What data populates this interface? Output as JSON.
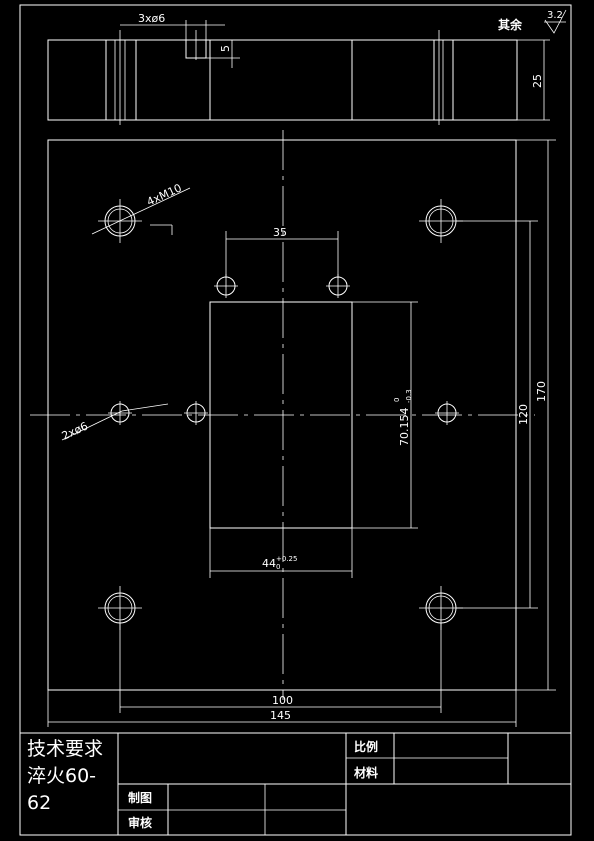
{
  "title_block": {
    "notes_line1": "技术要求",
    "notes_line2": "淬火60-",
    "notes_line3": "62",
    "scale_label": "比例",
    "material_label": "材料",
    "drawn_label": "制图",
    "checked_label": "审核"
  },
  "surface": {
    "others_label": "其余",
    "roughness": "3.2"
  },
  "dimensions": {
    "holes_top": "3xø6",
    "depth": "5",
    "thickness": "25",
    "thread": "4xM10",
    "pin_holes": "2xø6",
    "hole_spacing": "35",
    "pocket_height": "70.154",
    "pocket_height_tol_upper": "0",
    "pocket_height_tol_lower": "-0.3",
    "height_inner": "120",
    "height_outer": "170",
    "pocket_width": "44",
    "pocket_width_tol_upper": "+0.25",
    "pocket_width_tol_lower": "0",
    "width_inner": "100",
    "width_outer": "145"
  }
}
